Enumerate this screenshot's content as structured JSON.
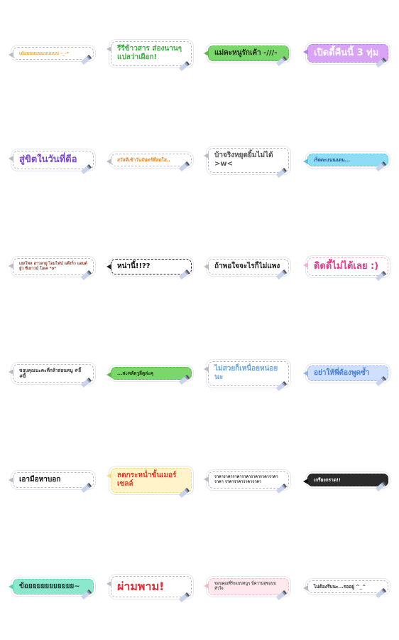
{
  "stickers": [
    {
      "text": "เอ๋แบบแบบแบบแบบ -_-*",
      "color": "#f2a33a",
      "bg": "#ffffff",
      "border": "#b9b9c4",
      "size": "small"
    },
    {
      "text": "รีรีข้าวสาร ส่องนานๆ แปลว่าเผือก!",
      "color": "#3cb043",
      "bg": "#ffffff",
      "border": "#b9b9c4",
      "size": "normal"
    },
    {
      "text": "แม่คะหนูรักเค้า -///-",
      "color": "#1f2a12",
      "bg": "#7bd66b",
      "border": "#5ab84a",
      "size": "normal"
    },
    {
      "text": "เปิดตี้คืนนี้ 3 ทุ่ม",
      "color": "#ffffff",
      "bg": "#d9a4f5",
      "border": "#b97de3",
      "size": "big"
    },
    {
      "text": "สู่ขิตในวันที่ดีอ",
      "color": "#7a4ad6",
      "bg": "#ffffff",
      "border": "#b9b9c4",
      "size": "big"
    },
    {
      "text": "สวัสดีเช้าวันจันทร์ที่สดใส..",
      "color": "#e8862a",
      "bg": "#ffffff",
      "border": "#b9b9c4",
      "size": "small"
    },
    {
      "text": "บ้าจริงหยุดยิ้มไม่ได้ >w<",
      "color": "#555555",
      "bg": "#ffffff",
      "border": "#b9b9c4",
      "size": "normal"
    },
    {
      "text": "เร็ดตะแนนแตน...",
      "color": "#1a4f8a",
      "bg": "#8fdcf5",
      "border": "#5cc2e6",
      "size": "small"
    },
    {
      "text": "เฮลโหล ฮาวอายู่ ไอมไฟน์ แต๊งกิ่ว แอนด์ยู๋ว ซีเยาวน์ โอเค *o*",
      "color": "#8b3a2a",
      "bg": "#ffffff",
      "border": "#b9b9c4",
      "size": "tiny"
    },
    {
      "text": "หน่านี้!!??",
      "color": "#111111",
      "bg": "#ffffff",
      "border": "#222222",
      "size": "normal"
    },
    {
      "text": "ถ้าพอใจจะไรก็ไม่แพง",
      "color": "#222222",
      "bg": "#ffffff",
      "border": "#b9b9c4",
      "size": "normal"
    },
    {
      "text": "ดิดดี้ไม่ได้เลย :)",
      "color": "#e23c8a",
      "bg": "#ffffff",
      "border": "#f0b3cf",
      "size": "big"
    },
    {
      "text": "ขอบคุณนะคะที่กล้าสอนหนู #ยิ้ #ยิ้",
      "color": "#333333",
      "bg": "#ffffff",
      "border": "#b9b9c4",
      "size": "small"
    },
    {
      "text": "...สะหลัดวูลีดูล่ะคุ",
      "color": "#1f2a12",
      "bg": "#7bd66b",
      "border": "#5ab84a",
      "size": "small"
    },
    {
      "text": "ไม่สวยก็เหนื่อยหน่อยนะ",
      "color": "#6fa6d8",
      "bg": "#ffffff",
      "border": "#b9b9c4",
      "size": "normal"
    },
    {
      "text": "อย่าให้พี่ต้องพูดซ้ำ",
      "color": "#4a7fd1",
      "bg": "#cfe0ff",
      "border": "#8fb1ec",
      "size": "normal"
    },
    {
      "text": "เอามือหาบอก",
      "color": "#111111",
      "bg": "#ffffff",
      "border": "#b9b9c4",
      "size": "normal"
    },
    {
      "text": "ลดกระหน่ำขั้นเมอร์เซลล์",
      "color": "#e03b2a",
      "bg": "#fff3c9",
      "border": "#f2d98a",
      "size": "normal"
    },
    {
      "text": "ราคาราคาราคาราคาราคาราคาราคาราคา ราคาราคาราคาราคา",
      "color": "#333333",
      "bg": "#ffffff",
      "border": "#b9b9c4",
      "size": "tiny"
    },
    {
      "text": "เกรียงกราด!!",
      "color": "#ffffff",
      "bg": "#2b2b2b",
      "border": "#111111",
      "size": "small"
    },
    {
      "text": "ข้อยยยยยยยยยยย~",
      "color": "#1a3b32",
      "bg": "#8be8cc",
      "border": "#5fd0ad",
      "size": "normal"
    },
    {
      "text": "ผ่ามพาม!",
      "color": "#e0303a",
      "bg": "#ffffff",
      "border": "#b9b9c4",
      "size": "huge"
    },
    {
      "text": "ขอบคุณที่รักแบบหนูๆ นี่ความสุขแบบหัวใจ",
      "color": "#555555",
      "bg": "#ffe9ee",
      "border": "#f2b9c6",
      "size": "tiny"
    },
    {
      "text": "ไม่ต้องรีบนะ...รออยู่ ^_^",
      "color": "#333333",
      "bg": "#ffffff",
      "border": "#b9b9c4",
      "size": "small"
    }
  ]
}
